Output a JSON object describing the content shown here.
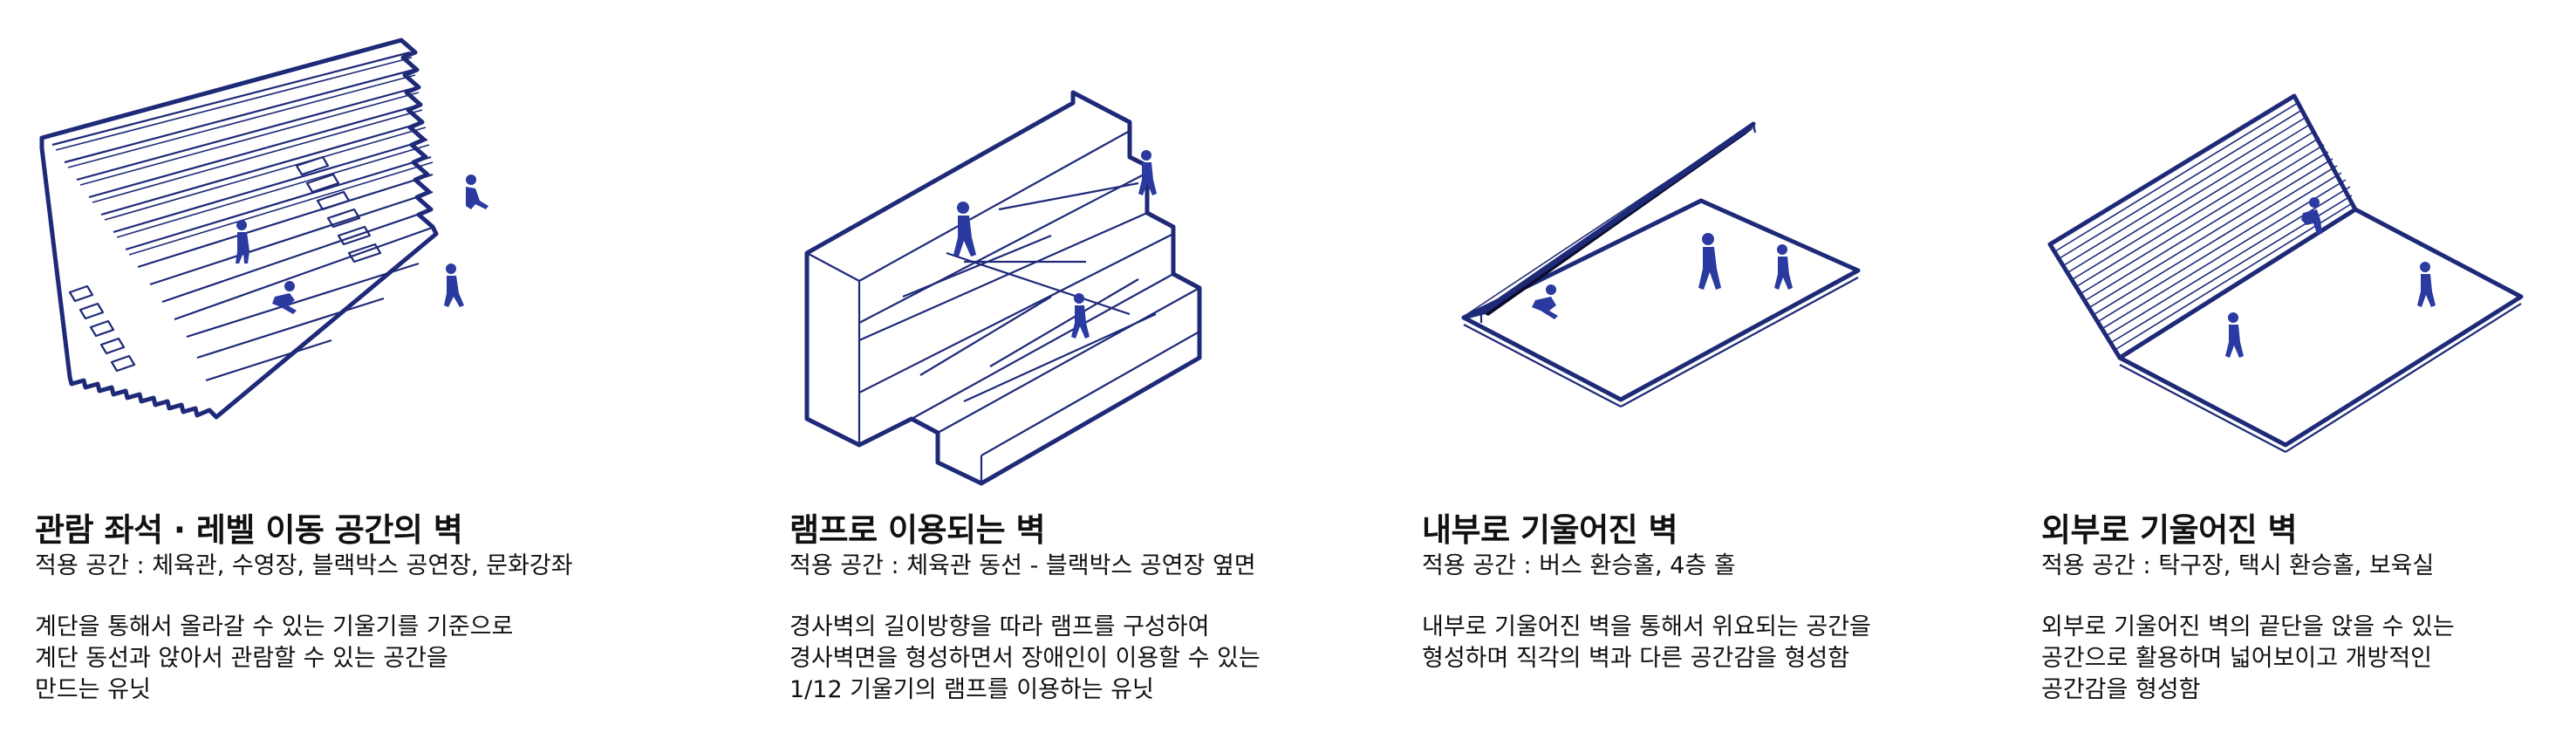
{
  "colors": {
    "line": "#1e2a78",
    "figure": "#2a3aa0",
    "text": "#111111",
    "background": "#ffffff"
  },
  "panels": [
    {
      "title": "관람 좌석 · 레벨 이동 공간의 벽",
      "subtitle": "적용 공간 : 체육관, 수영장, 블랙박스 공연장, 문화강좌",
      "description": [
        "계단을 통해서 올라갈 수 있는 기울기를 기준으로",
        "계단 동선과 앉아서 관람할  수 있는 공간을",
        "만드는 유닛"
      ]
    },
    {
      "title": "램프로 이용되는 벽",
      "subtitle": "적용 공간 : 체육관 동선 - 블랙박스 공연장 옆면",
      "description": [
        "경사벽의 길이방향을 따라 램프를 구성하여",
        "경사벽면을 형성하면서 장애인이 이용할 수 있는",
        "1/12 기울기의 램프를 이용하는 유닛"
      ]
    },
    {
      "title": "내부로 기울어진 벽",
      "subtitle": "적용 공간 : 버스 환승홀, 4층 홀",
      "description": [
        "내부로 기울어진 벽을 통해서 위요되는 공간을",
        "형성하며 직각의 벽과 다른 공간감을 형성함"
      ]
    },
    {
      "title": "외부로 기울어진 벽",
      "subtitle": "적용 공간 : 탁구장, 택시 환승홀, 보육실",
      "description": [
        "외부로 기울어진 벽의 끝단을 앉을 수 있는",
        "공간으로 활용하며 넓어보이고 개방적인",
        "공간감을 형성함"
      ]
    }
  ]
}
